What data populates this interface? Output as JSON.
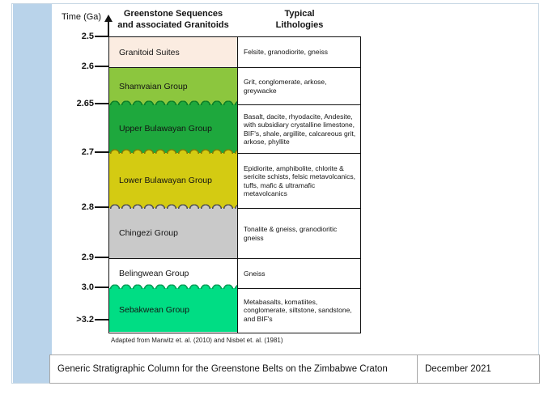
{
  "page": {
    "accent_color": "#b9d3ea",
    "caption": {
      "title": "Generic Stratigraphic Column for the Greenstone Belts on the Zimbabwe Craton",
      "date": "December 2021"
    }
  },
  "diagram": {
    "time_axis_label": "Time (Ga)",
    "column_header_left": "Greenstone Sequences\nand associated Granitoids",
    "column_header_right": "Typical\nLithologies",
    "footnote": "Adapted from Marwitz et. al. (2010) and Nisbet et. al. (1981)",
    "ticks": [
      "2.5",
      "2.6",
      "2.65",
      "2.7",
      "2.8",
      "2.9",
      "3.0",
      ">3.2"
    ],
    "bands": [
      {
        "group": "Granitoid Suites",
        "lithology": "Felsite, granodiorite, gneiss",
        "color": "#fbece1",
        "outline": "#141414",
        "h": 37,
        "wavy_top": false
      },
      {
        "group": "Shamvaian Group",
        "lithology": "Grit, conglomerate, arkose, greywacke",
        "color": "#8cc63e",
        "outline": "#4e8a1f",
        "h": 46,
        "wavy_top": false
      },
      {
        "group": "Upper Bulawayan Group",
        "lithology": "Basalt, dacite, rhyodacite, Andesite, with subsidiary crystalline limestone, BIF's, shale, argillite, calcareous grit, arkose, phyllite",
        "color": "#1ea83d",
        "outline": "#0b7e26",
        "h": 60,
        "wavy_top": true
      },
      {
        "group": "Lower Bulawayan Group",
        "lithology": "Epidiorite, amphibolite, chlorite & sericite schists, felsic metavolcanics, tuffs, mafic & ultramafic metavolcanics",
        "color": "#d4cb12",
        "outline": "#7e7a08",
        "h": 68,
        "wavy_top": true
      },
      {
        "group": "Chingezi Group",
        "lithology": "Tonalite & gneiss, granodioritic gneiss",
        "color": "#c9c9c9",
        "outline": "#4f4f4f",
        "h": 62,
        "wavy_top": true
      },
      {
        "group": "Belingwean Group",
        "lithology": "Gneiss",
        "color": "#ffffff",
        "outline": "#141414",
        "h": 37,
        "wavy_top": false
      },
      {
        "group": "Sebakwean Group",
        "lithology": "Metabasalts, komatiites, conglomerate, siltstone, sandstone, and BIF's",
        "color": "#00dd84",
        "outline": "#0a9b55",
        "h": 54,
        "wavy_top": true
      }
    ]
  }
}
